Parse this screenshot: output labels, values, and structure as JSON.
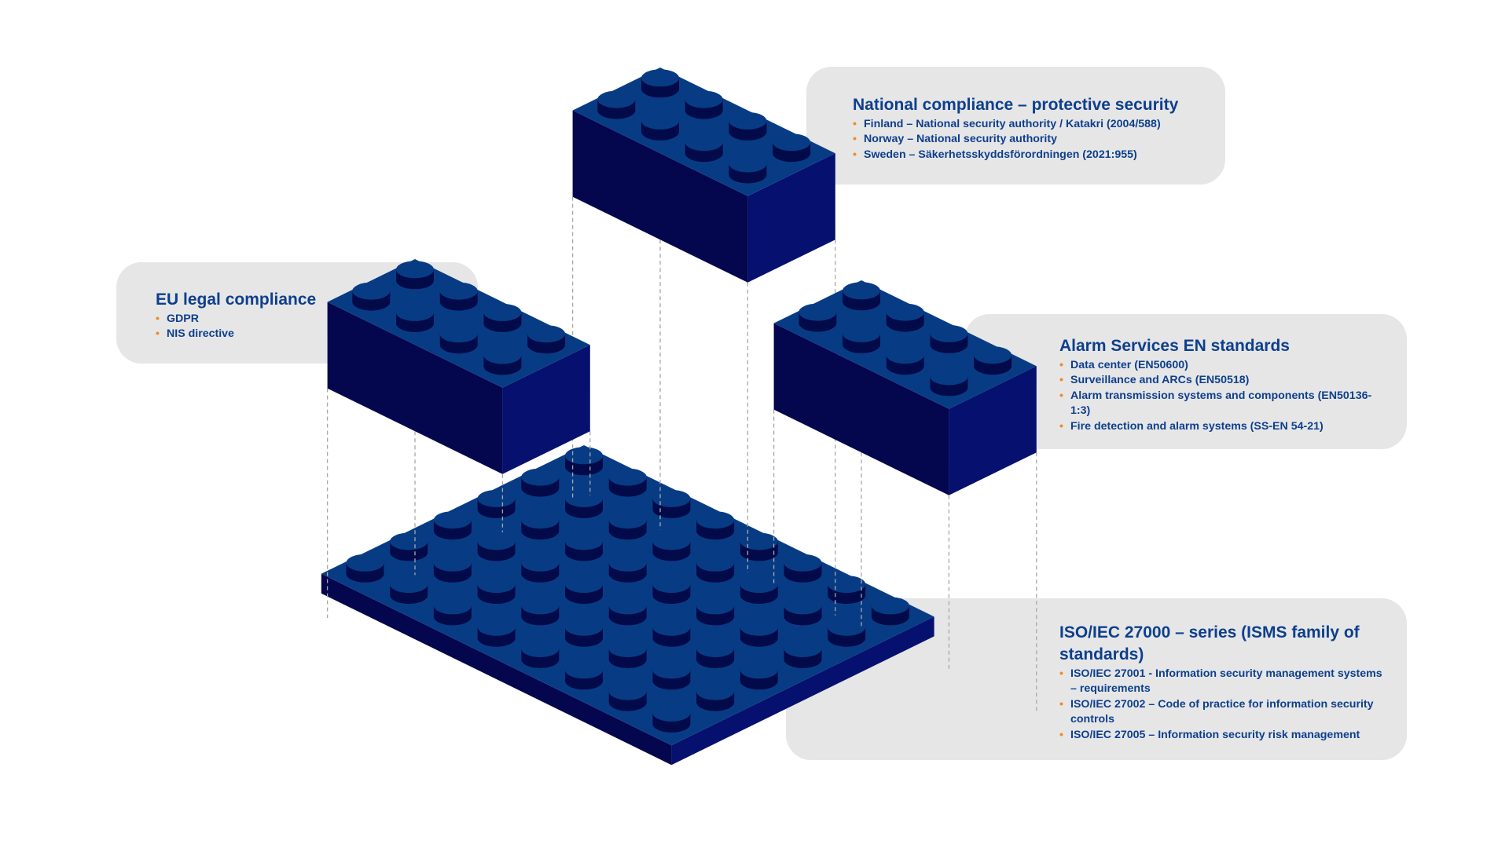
{
  "colors": {
    "panel_bg": "#e6e6e7",
    "heading_text": "#0d3f8c",
    "bullet": "#f08a24",
    "brick_top": "#073c84",
    "brick_left": "#04064e",
    "brick_right": "#06106e",
    "stud_side": "#030a4a",
    "connector": "#a8a8a8"
  },
  "sections": {
    "national": {
      "title": "National compliance – protective security",
      "items": [
        "Finland – National security authority / Katakri (2004/588)",
        "Norway – National security authority",
        "Sweden – Säkerhetsskyddsförordningen (2021:955)"
      ]
    },
    "eu": {
      "title": "EU legal compliance",
      "items": [
        "GDPR",
        "NIS directive"
      ]
    },
    "alarm": {
      "title": "Alarm Services EN standards",
      "items": [
        "Data center (EN50600)",
        "Surveillance and ARCs (EN50518)",
        "Alarm transmission systems and components (EN50136-1:3)",
        "Fire detection and alarm systems (SS-EN 54-21)"
      ]
    },
    "iso": {
      "title": "ISO/IEC 27000 – series (ISMS family of standards)",
      "items": [
        "ISO/IEC 27001 - Information security management systems – requirements",
        "ISO/IEC 27002 – Code of practice for information security controls",
        "ISO/IEC 27005 – Information security risk management"
      ]
    }
  },
  "bullet_glyph": "•"
}
